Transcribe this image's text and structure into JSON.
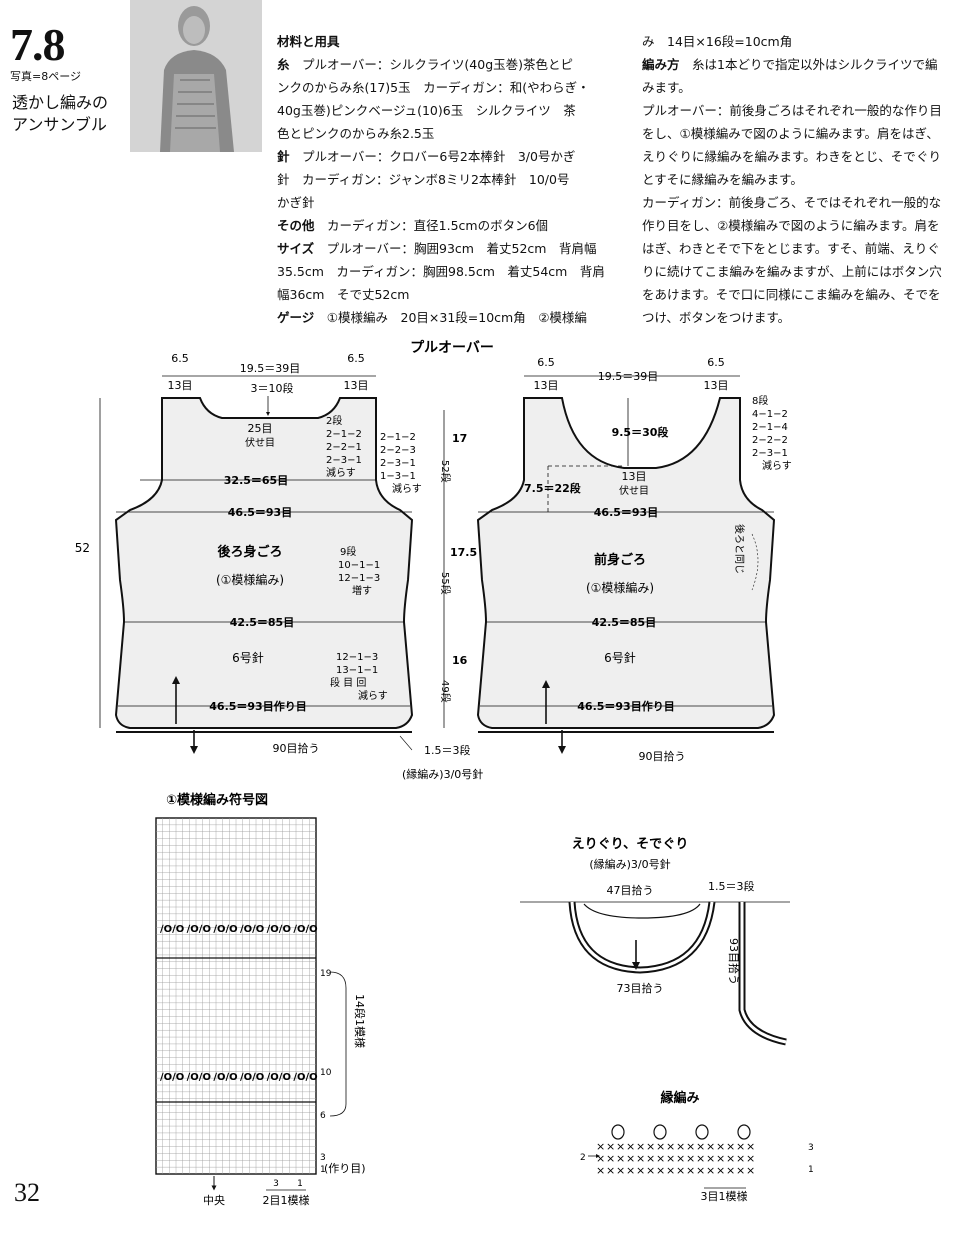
{
  "header": {
    "pattern_number": "7.8",
    "photo_ref": "写真=8ページ",
    "title_line1": "透かし編みの",
    "title_line2": "アンサンブル"
  },
  "materials": {
    "heading": "材料と用具",
    "yarn_label": "糸",
    "yarn_text_1": "プルオーバー：シルクライツ(40g玉巻)茶色とピ",
    "yarn_text_2": "ンクのからみ糸(17)5玉　カーディガン：和(やわらぎ・",
    "yarn_text_3": "40g玉巻)ピンクベージュ(10)6玉　シルクライツ　茶",
    "yarn_text_4": "色とピンクのからみ糸2.5玉",
    "needle_label": "針",
    "needle_text_1": "プルオーバー：クロバー6号2本棒針　3/0号かぎ",
    "needle_text_2": "針　カーディガン：ジャンボ8ミリ2本棒針　10/0号",
    "needle_text_3": "かぎ針",
    "other_label": "その他",
    "other_text": "カーディガン：直径1.5cmのボタン6個",
    "size_label": "サイズ",
    "size_text_1": "プルオーバー：胸囲93cm　着丈52cm　背肩幅",
    "size_text_2": "35.5cm　カーディガン：胸囲98.5cm　着丈54cm　背肩",
    "size_text_3": "幅36cm　そで丈52cm",
    "gauge_label": "ゲージ",
    "gauge_text": "①模様編み　20目×31段=10cm角　②模様編"
  },
  "method": {
    "gauge_cont": "み　14目×16段=10cm角",
    "method_label": "編み方",
    "method_text_1": "糸は1本どりで指定以外はシルクライツで編",
    "method_text_2": "みます。",
    "pullover_1": "プルオーバー：前後身ごろはそれぞれ一般的な作り目",
    "pullover_2": "をし、①模様編みで図のように編みます。肩をはぎ、",
    "pullover_3": "えりぐりに縁編みを編みます。わきをとじ、そでぐり",
    "pullover_4": "とすそに縁編みを編みます。",
    "cardigan_1": "カーディガン：前後身ごろ、そではそれぞれ一般的な",
    "cardigan_2": "作り目をし、②模様編みで図のように編みます。肩を",
    "cardigan_3": "はぎ、わきとそで下をとじます。すそ、前端、えりぐ",
    "cardigan_4": "りに続けてこま編みを編みますが、上前にはボタン穴",
    "cardigan_5": "をあけます。そで口に同様にこま編みを編み、そでを",
    "cardigan_6": "つけ、ボタンをつけます。"
  },
  "pullover_diagram": {
    "title": "プルオーバー",
    "back": {
      "shoulder_cm": "6.5",
      "shoulder_sts": "13目",
      "neck_width": "19.5＝39目",
      "neck_depth": "3＝10段",
      "neck_bindoff": "25目",
      "bindoff_label": "伏せ目",
      "neck_dec_1": "2段",
      "neck_dec_2": "2−1−2",
      "neck_dec_3": "2−2−1",
      "neck_dec_4": "2−3−1",
      "decrease": "減らす",
      "arm_dec_1": "2−1−2",
      "arm_dec_2": "2−2−3",
      "arm_dec_3": "2−3−1",
      "arm_dec_4": "1−3−1",
      "upper_width": "32.5＝65目",
      "chest_width": "46.5＝93目",
      "name": "後ろ身ごろ",
      "pattern": "(①模様編み)",
      "inc_1": "9段",
      "inc_2": "10−1−1",
      "inc_3": "12−1−3",
      "increase": "増す",
      "waist_width": "42.5＝85目",
      "needle": "6号針",
      "dec_1": "12−1−3",
      "dec_2": "13−1−1",
      "dec_3": "段 目 回",
      "bottom_width": "46.5＝93目作り目",
      "pickup": "90目拾う",
      "total_length": "52",
      "sec_top_cm": "17",
      "sec_top_rows": "52段",
      "sec_mid_cm": "17.5",
      "sec_mid_rows": "55段",
      "sec_bot_cm": "16",
      "sec_bot_rows": "49段",
      "edge_depth": "1.5＝3段",
      "edge_label": "(縁編み)3/0号針"
    },
    "front": {
      "shoulder_cm": "6.5",
      "shoulder_sts": "13目",
      "neck_width": "19.5＝39目",
      "neck_depth": "9.5＝30段",
      "neck_bindoff": "13目",
      "bindoff_label": "伏せ目",
      "neck_side": "7.5＝22段",
      "arm_1": "8段",
      "arm_2": "4−1−2",
      "arm_3": "2−1−4",
      "arm_4": "2−2−2",
      "arm_5": "2−3−1",
      "decrease": "減らす",
      "chest_width": "46.5＝93目",
      "name": "前身ごろ",
      "pattern": "(①模様編み)",
      "same_as_back": "後ろと同じ",
      "waist_width": "42.5＝85目",
      "needle": "6号針",
      "bottom_width": "46.5＝93目作り目",
      "pickup": "90目拾う"
    }
  },
  "stitch_chart": {
    "title": "①模様編み符号図",
    "row_19": "19",
    "row_10": "10",
    "row_6": "6",
    "row_3": "3",
    "row_1": "1",
    "repeat_rows": "14段1模様",
    "cast_on": "(作り目)",
    "center": "中央",
    "col_3": "3",
    "col_1": "1",
    "repeat_sts": "2目1模様"
  },
  "neck_diagram": {
    "title": "えりぐり、そでぐり",
    "subtitle": "(縁編み)3/0号針",
    "pickup_top": "47目拾う",
    "depth": "1.5＝3段",
    "pickup_bottom": "73目拾う",
    "pickup_side": "93目拾う"
  },
  "edging_chart": {
    "title": "縁編み",
    "row_3": "3",
    "row_2": "2",
    "row_1": "1",
    "repeat": "3目1模様"
  },
  "footer": {
    "page_number": "32"
  }
}
